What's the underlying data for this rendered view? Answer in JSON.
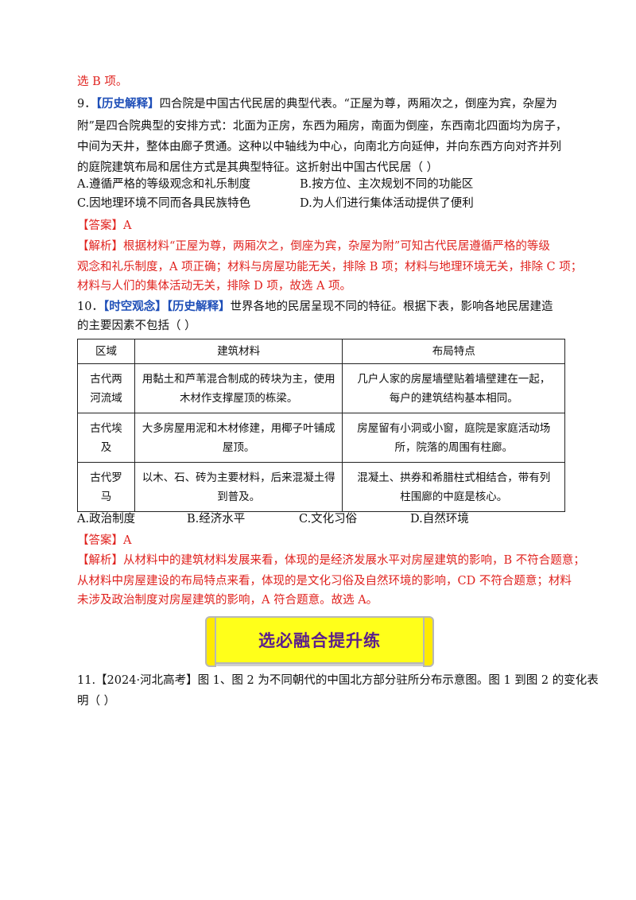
{
  "q8_tail": {
    "text": "选 B 项。"
  },
  "q9": {
    "number": "9．",
    "tag": "【历史解释】",
    "line1": "四合院是中国古代民居的典型代表。“正屋为尊，两厢次之，倒座为宾，杂屋为",
    "line2": "附”是四合院典型的安排方式：北面为正房，东西为厢房，南面为倒座，东西南北四面均为房子，",
    "line3": "中间为天井，整体由廊子贯通。这种以中轴线为中心，向南北方向延伸，并向东西方向对齐并列",
    "line4": "的庭院建筑布局和居住方式是其典型特征。这折射出中国古代民居（      ）",
    "options": {
      "A": "A.遵循严格的等级观念和礼乐制度",
      "B": "B.按方位、主次规划不同的功能区",
      "C": "C.因地理环境不同而各具民族特色",
      "D": "D.为人们进行集体活动提供了便利"
    },
    "answer_label": "【答案】",
    "answer": "A",
    "analysis_label": "【解析】",
    "analysis1": "根据材料“正屋为尊，两厢次之，倒座为宾，杂屋为附”可知古代民居遵循严格的等级",
    "analysis2": "观念和礼乐制度，A 项正确；材料与房屋功能无关，排除 B 项；材料与地理环境无关，排除 C 项；",
    "analysis3": "材料与人们的集体活动无关，排除 D 项，故选 A 项。"
  },
  "q10": {
    "number": "10．",
    "tag1": "【时空观念】",
    "tag2": "【历史解释】",
    "line1": "世界各地的民居呈现不同的特征。根据下表，影响各地民居建造",
    "line2": "的主要因素不包括（      ）",
    "table": {
      "headers": [
        "区域",
        "建筑材料",
        "布局特点"
      ],
      "rows": [
        {
          "region": [
            "古代两",
            "河流域"
          ],
          "material": [
            "用黏土和芦苇混合制成的砖块为主，使用",
            "木材作支撑屋顶的栋梁。"
          ],
          "layout": [
            "几户人家的房屋墙壁贴着墙壁建在一起，",
            "每户的建筑结构基本相同。"
          ]
        },
        {
          "region": [
            "古代埃",
            "及"
          ],
          "material": [
            "大多房屋用泥和木材修建，用椰子叶铺成",
            "屋顶。"
          ],
          "layout": [
            "房屋留有小洞或小窗，庭院是家庭活动场",
            "所，院落的周围有柱廊。"
          ]
        },
        {
          "region": [
            "古代罗",
            "马"
          ],
          "material": [
            "以木、石、砖为主要材料，后来混凝土得",
            "到普及。"
          ],
          "layout": [
            "混凝土、拱券和希腊柱式相结合，带有列",
            "柱围廊的中庭是核心。"
          ]
        }
      ]
    },
    "options": {
      "A": "A.政治制度",
      "B": "B.经济水平",
      "C": "C.文化习俗",
      "D": "D.自然环境"
    },
    "answer_label": "【答案】",
    "answer": "A",
    "analysis_label": "【解析】",
    "analysis1": "从材料中的建筑材料发展来看，体现的是经济发展水平对房屋建筑的影响，B 不符合题意；",
    "analysis2": "从材料中房屋建设的布局特点来看，体现的是文化习俗及自然环境的影响，CD 不符合题意；材料",
    "analysis3": "未涉及政治制度对房屋建筑的影响，A 符合题意。故选 A。"
  },
  "banner": {
    "text": "选必融合提升练"
  },
  "q11": {
    "line1": "11.【2024·河北高考】图 1、图 2 为不同朝代的中国北方部分驻所分布示意图。图 1 到图 2 的变化表",
    "line2": "明（      ）"
  }
}
